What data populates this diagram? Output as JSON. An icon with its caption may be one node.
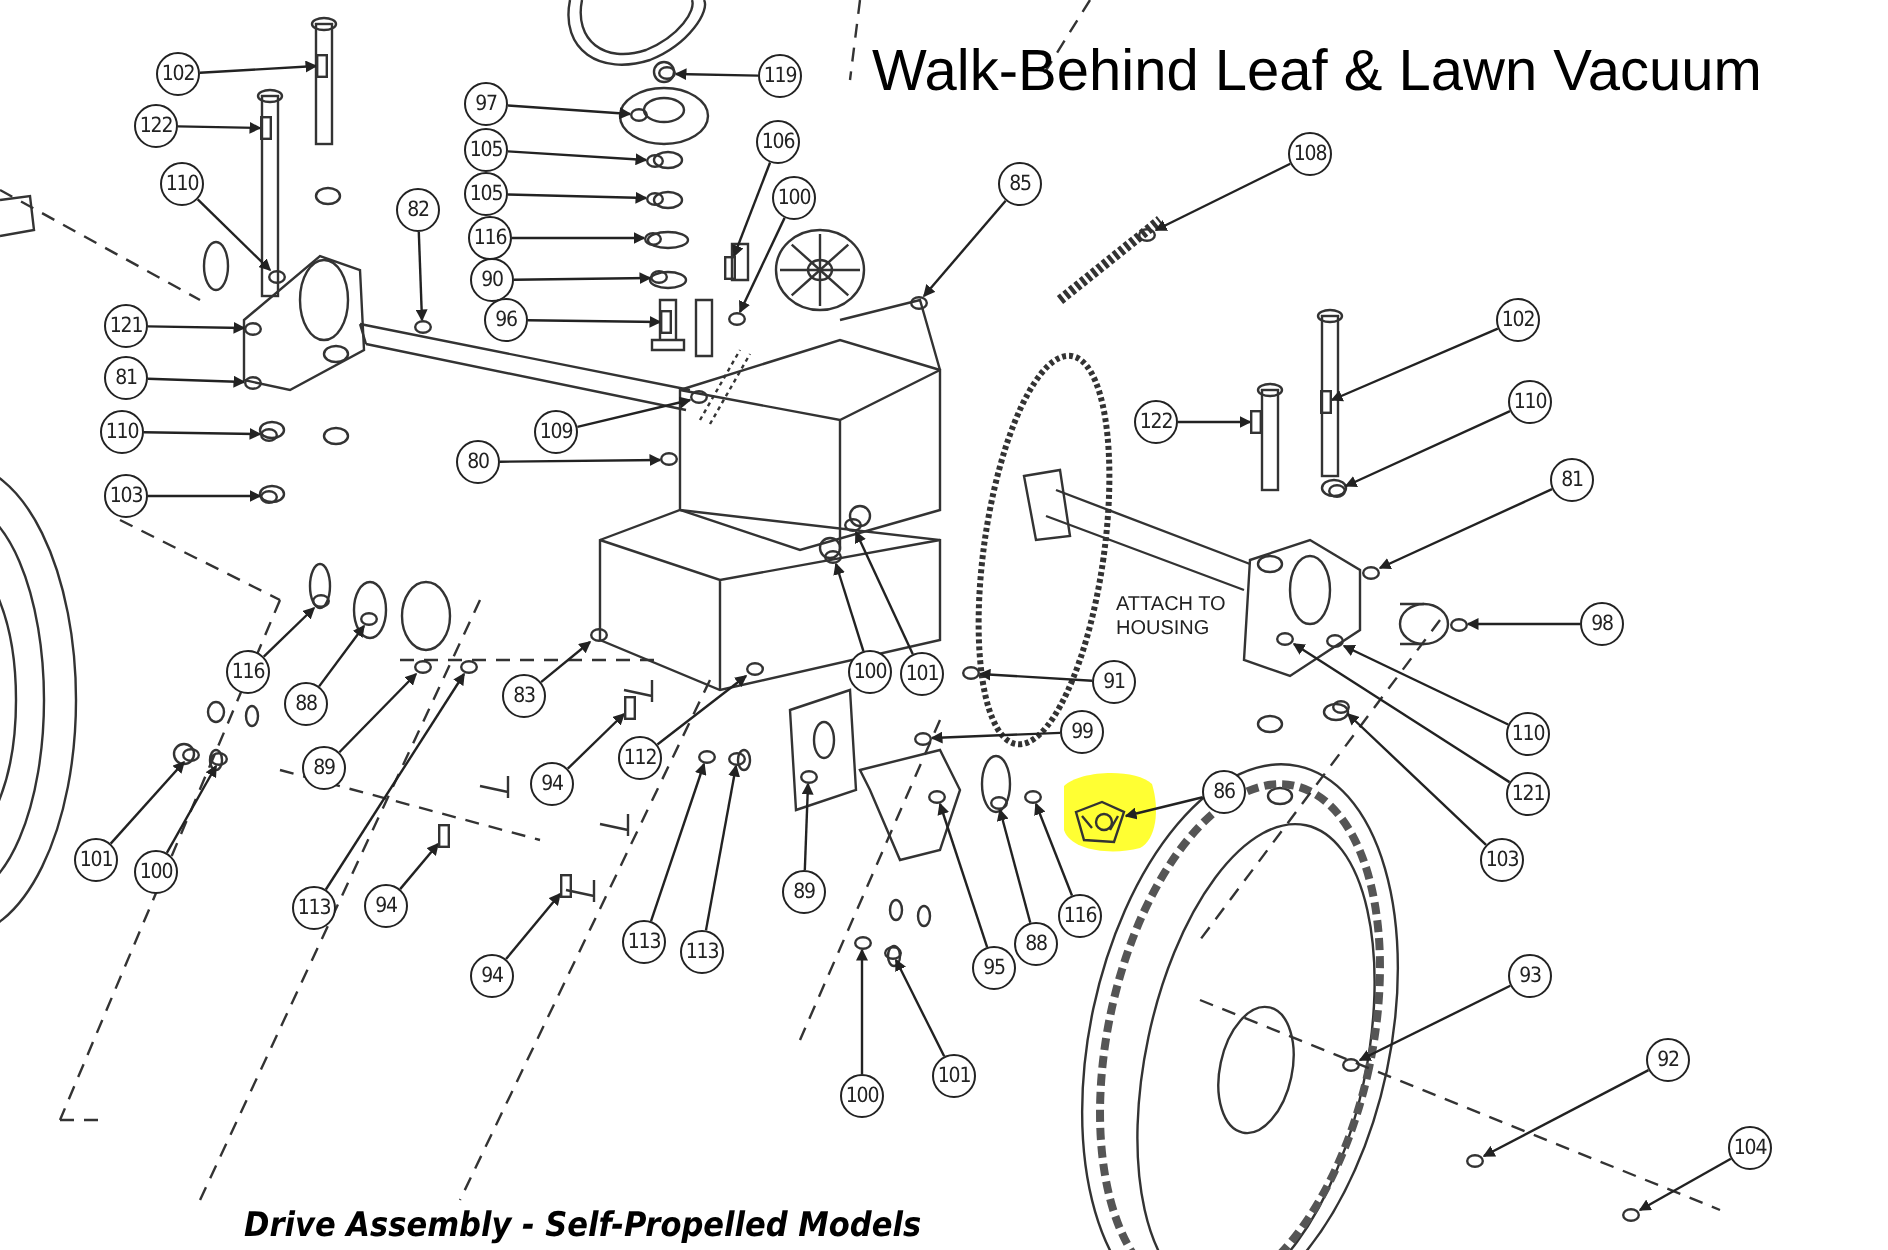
{
  "diagram": {
    "title": "Walk-Behind Leaf & Lawn Vacuum",
    "caption": "Drive Assembly - Self-Propelled Models",
    "nodes": [
      {
        "text": [
          "102"
        ]
      },
      {
        "text": [
          "119"
        ]
      },
      {
        "text": [
          "122"
        ]
      },
      {
        "text": [
          "97"
        ]
      },
      {
        "text": [
          "105"
        ]
      },
      {
        "text": [
          "106"
        ]
      },
      {
        "text": [
          "85"
        ]
      },
      {
        "text": [
          "108"
        ]
      },
      {
        "text": [
          "110"
        ]
      },
      {
        "text": [
          "82"
        ]
      },
      {
        "text": [
          "105"
        ]
      },
      {
        "text": [
          "100"
        ]
      },
      {
        "text": [
          "116"
        ]
      },
      {
        "text": [
          "90"
        ]
      },
      {
        "text": [
          "121"
        ]
      },
      {
        "text": [
          "96"
        ]
      },
      {
        "text": [
          "81"
        ]
      },
      {
        "text": [
          "102"
        ]
      },
      {
        "text": [
          "110"
        ]
      },
      {
        "text": [
          "109"
        ]
      },
      {
        "text": [
          "110"
        ]
      },
      {
        "text": [
          "122"
        ]
      },
      {
        "text": [
          "80"
        ]
      },
      {
        "text": [
          "81"
        ]
      },
      {
        "text": [
          "103"
        ]
      },
      {
        "text": [
          "98"
        ]
      },
      {
        "text": [
          "116"
        ]
      },
      {
        "text": [
          "88"
        ]
      },
      {
        "text": [
          "83"
        ]
      },
      {
        "text": [
          "100"
        ]
      },
      {
        "text": [
          "101"
        ]
      },
      {
        "text": [
          "91"
        ]
      },
      {
        "text": [
          "89"
        ]
      },
      {
        "text": [
          "110"
        ]
      },
      {
        "text": [
          "112"
        ]
      },
      {
        "text": [
          "99"
        ]
      },
      {
        "text": [
          "94"
        ]
      },
      {
        "text": [
          "121"
        ]
      },
      {
        "text": [
          "86"
        ]
      },
      {
        "text": [
          "113"
        ]
      },
      {
        "text": [
          "94"
        ]
      },
      {
        "text": [
          "101"
        ]
      },
      {
        "text": [
          "100"
        ]
      },
      {
        "text": [
          "113"
        ]
      },
      {
        "text": [
          "113"
        ]
      },
      {
        "text": [
          "89"
        ]
      },
      {
        "text": [
          "103"
        ]
      },
      {
        "text": [
          "116"
        ]
      },
      {
        "text": [
          "88"
        ]
      },
      {
        "text": [
          "95"
        ]
      },
      {
        "text": [
          "94"
        ]
      },
      {
        "text": [
          "93"
        ]
      },
      {
        "text": [
          "100"
        ]
      },
      {
        "text": [
          "101"
        ]
      },
      {
        "text": [
          "92"
        ]
      },
      {
        "text": [
          "104"
        ]
      },
      {
        "text": [],
        "shape": "box"
      },
      {
        "text": [],
        "shape": "circle"
      },
      {
        "text": [],
        "shape": "box"
      },
      {
        "text": [],
        "shape": "circle"
      },
      {
        "text": [],
        "shape": "circle"
      },
      {
        "text": [],
        "shape": "box"
      },
      {
        "text": [],
        "shape": "circle"
      },
      {
        "text": [],
        "shape": "circle"
      },
      {
        "text": [],
        "shape": "circle"
      },
      {
        "text": [],
        "shape": "circle"
      },
      {
        "text": [],
        "shape": "circle"
      },
      {
        "text": [],
        "shape": "circle"
      },
      {
        "text": [],
        "shape": "circle"
      },
      {
        "text": [],
        "shape": "circle"
      },
      {
        "text": [],
        "shape": "circle"
      },
      {
        "text": [],
        "shape": "box"
      },
      {
        "text": [],
        "shape": "circle"
      },
      {
        "text": [],
        "shape": "box"
      },
      {
        "text": [],
        "shape": "circle"
      },
      {
        "text": [],
        "shape": "circle"
      },
      {
        "text": [],
        "shape": "circle"
      },
      {
        "text": [],
        "shape": "box"
      },
      {
        "text": [],
        "shape": "circle"
      },
      {
        "text": [],
        "shape": "circle"
      },
      {
        "text": [],
        "shape": "circle"
      },
      {
        "text": [],
        "shape": "circle"
      },
      {
        "text": [],
        "shape": "circle"
      },
      {
        "text": [],
        "shape": "circle"
      },
      {
        "text": [],
        "shape": "circle"
      },
      {
        "text": [],
        "shape": "circle"
      },
      {
        "text": [],
        "shape": "circle"
      },
      {
        "text": [],
        "shape": "circle"
      },
      {
        "text": [],
        "shape": "circle"
      },
      {
        "text": [],
        "shape": "circle"
      },
      {
        "text": [],
        "shape": "circle"
      },
      {
        "text": [],
        "shape": "circle"
      },
      {
        "text": [],
        "shape": "box"
      },
      {
        "text": [],
        "shape": "circle"
      },
      {
        "text": [],
        "shape": "picture"
      },
      {
        "text": [],
        "shape": "circle"
      },
      {
        "text": [],
        "shape": "box"
      },
      {
        "text": [],
        "shape": "circle"
      },
      {
        "text": [],
        "shape": "circle"
      },
      {
        "text": [],
        "shape": "circle"
      },
      {
        "text": [],
        "shape": "circle"
      },
      {
        "text": [],
        "shape": "circle"
      },
      {
        "text": [],
        "shape": "circle"
      },
      {
        "text": [],
        "shape": "circle"
      },
      {
        "text": [],
        "shape": "circle"
      },
      {
        "text": [],
        "shape": "circle"
      },
      {
        "text": [],
        "shape": "box"
      },
      {
        "text": [],
        "shape": "circle"
      },
      {
        "text": [],
        "shape": "circle"
      },
      {
        "text": [],
        "shape": "circle"
      },
      {
        "text": [],
        "shape": "circle"
      },
      {
        "text": [],
        "shape": "circle"
      }
    ],
    "edges": [
      {
        "from": 0,
        "to": 56,
        "arrow": "to"
      },
      {
        "from": 1,
        "to": 57,
        "arrow": "to"
      },
      {
        "from": 2,
        "to": 58,
        "arrow": "to"
      },
      {
        "from": 3,
        "to": 59,
        "arrow": "to"
      },
      {
        "from": 4,
        "to": 60,
        "arrow": "to"
      },
      {
        "from": 5,
        "to": 61,
        "arrow": "to"
      },
      {
        "from": 6,
        "to": 62,
        "arrow": "to"
      },
      {
        "from": 7,
        "to": 63,
        "arrow": "to"
      },
      {
        "from": 8,
        "to": 64,
        "arrow": "to"
      },
      {
        "from": 9,
        "to": 65,
        "arrow": "to"
      },
      {
        "from": 10,
        "to": 66,
        "arrow": "to"
      },
      {
        "from": 11,
        "to": 67,
        "arrow": "to"
      },
      {
        "from": 12,
        "to": 68,
        "arrow": "to"
      },
      {
        "from": 13,
        "to": 69,
        "arrow": "to"
      },
      {
        "from": 14,
        "to": 70,
        "arrow": "to"
      },
      {
        "from": 15,
        "to": 71,
        "arrow": "to"
      },
      {
        "from": 16,
        "to": 72,
        "arrow": "to"
      },
      {
        "from": 17,
        "to": 73,
        "arrow": "to"
      },
      {
        "from": 18,
        "to": 74,
        "arrow": "to"
      },
      {
        "from": 19,
        "to": 75,
        "arrow": "to"
      },
      {
        "from": 20,
        "to": 76,
        "arrow": "to"
      },
      {
        "from": 21,
        "to": 77,
        "arrow": "to"
      },
      {
        "from": 22,
        "to": 78,
        "arrow": "to"
      },
      {
        "from": 23,
        "to": 79,
        "arrow": "to"
      },
      {
        "from": 24,
        "to": 80,
        "arrow": "to"
      },
      {
        "from": 25,
        "to": 81,
        "arrow": "to"
      },
      {
        "from": 26,
        "to": 82,
        "arrow": "to"
      },
      {
        "from": 27,
        "to": 83,
        "arrow": "to"
      },
      {
        "from": 28,
        "to": 84,
        "arrow": "to"
      },
      {
        "from": 29,
        "to": 85,
        "arrow": "to"
      },
      {
        "from": 30,
        "to": 86,
        "arrow": "to"
      },
      {
        "from": 31,
        "to": 87,
        "arrow": "to"
      },
      {
        "from": 32,
        "to": 88,
        "arrow": "to"
      },
      {
        "from": 33,
        "to": 89,
        "arrow": "to"
      },
      {
        "from": 34,
        "to": 90,
        "arrow": "to"
      },
      {
        "from": 35,
        "to": 91,
        "arrow": "to"
      },
      {
        "from": 36,
        "to": 92,
        "arrow": "to"
      },
      {
        "from": 37,
        "to": 93,
        "arrow": "to"
      },
      {
        "from": 38,
        "to": 94,
        "arrow": "to"
      },
      {
        "from": 39,
        "to": 95,
        "arrow": "to"
      },
      {
        "from": 40,
        "to": 96,
        "arrow": "to"
      },
      {
        "from": 41,
        "to": 97,
        "arrow": "to"
      },
      {
        "from": 42,
        "to": 98,
        "arrow": "to"
      },
      {
        "from": 43,
        "to": 99,
        "arrow": "to"
      },
      {
        "from": 44,
        "to": 100,
        "arrow": "to"
      },
      {
        "from": 45,
        "to": 101,
        "arrow": "to"
      },
      {
        "from": 46,
        "to": 102,
        "arrow": "to"
      },
      {
        "from": 47,
        "to": 103,
        "arrow": "to"
      },
      {
        "from": 48,
        "to": 104,
        "arrow": "to"
      },
      {
        "from": 49,
        "to": 105,
        "arrow": "to"
      },
      {
        "from": 50,
        "to": 106,
        "arrow": "to"
      },
      {
        "from": 51,
        "to": 107,
        "arrow": "to"
      },
      {
        "from": 52,
        "to": 108,
        "arrow": "to"
      },
      {
        "from": 53,
        "to": 109,
        "arrow": "to"
      },
      {
        "from": 54,
        "to": 110,
        "arrow": "to"
      },
      {
        "from": 55,
        "to": 111,
        "arrow": "to"
      }
    ],
    "labels": [
      "ATTACH TO HOUSING"
    ]
  }
}
